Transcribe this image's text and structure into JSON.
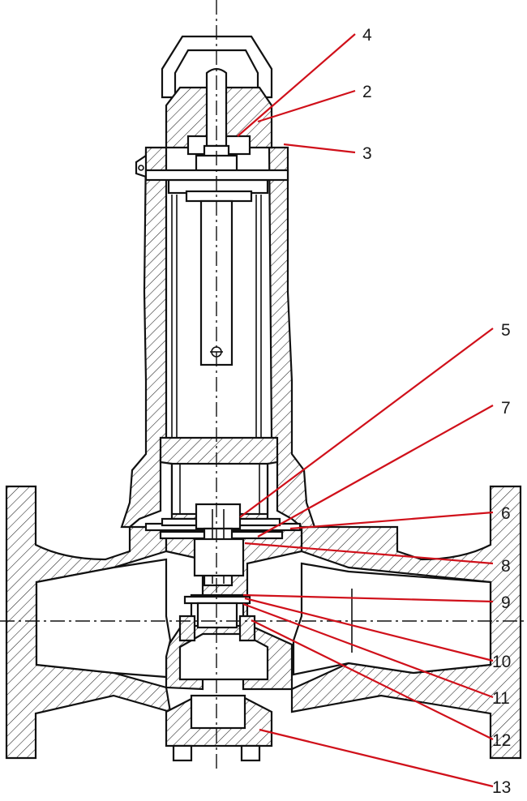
{
  "colors": {
    "line": "#111111",
    "leader": "#d0101a",
    "text": "#1a1a1a",
    "background": "#ffffff"
  },
  "callouts": [
    {
      "id": "4",
      "label": "4"
    },
    {
      "id": "2",
      "label": "2"
    },
    {
      "id": "3",
      "label": "3"
    },
    {
      "id": "5",
      "label": "5"
    },
    {
      "id": "7",
      "label": "7"
    },
    {
      "id": "6",
      "label": "6"
    },
    {
      "id": "8",
      "label": "8"
    },
    {
      "id": "9",
      "label": "9"
    },
    {
      "id": "10",
      "label": "10"
    },
    {
      "id": "11",
      "label": "11"
    },
    {
      "id": "12",
      "label": "12"
    },
    {
      "id": "13",
      "label": "13"
    }
  ]
}
